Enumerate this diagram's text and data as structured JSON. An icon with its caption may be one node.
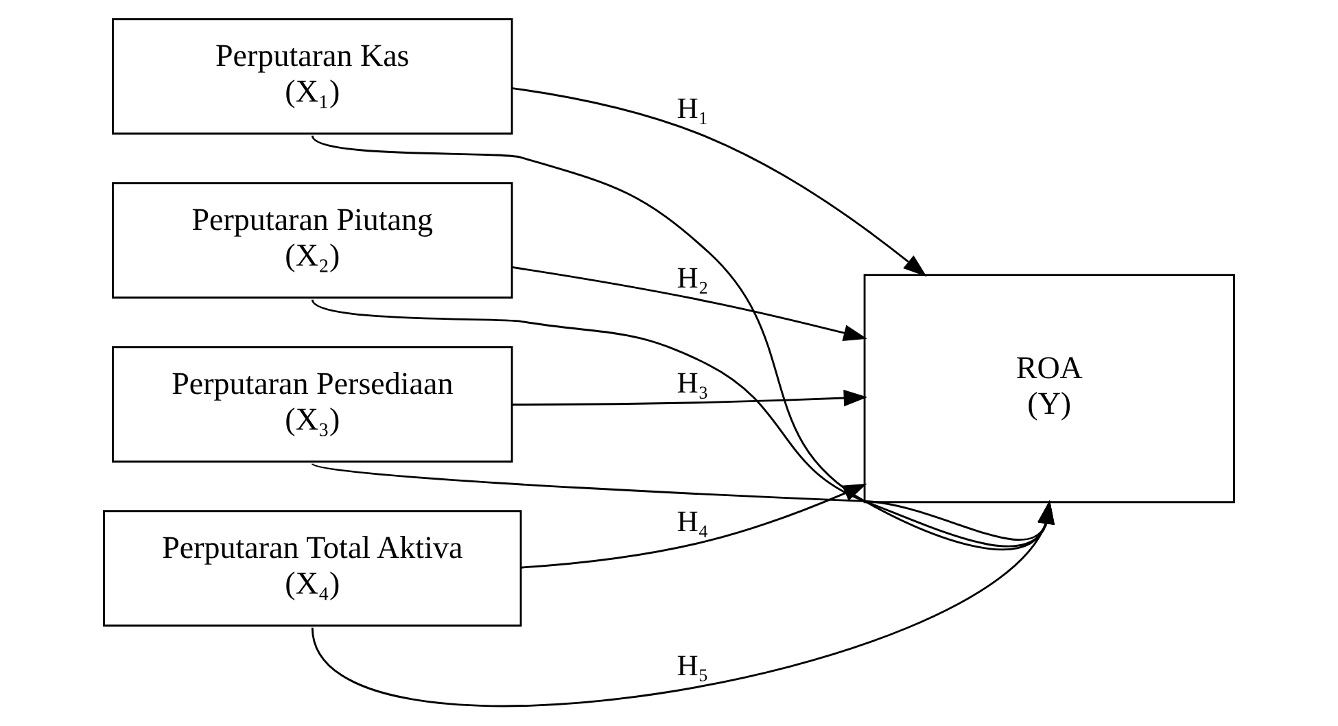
{
  "diagram": {
    "nodes": [
      {
        "text": [
          "Perputaran Kas",
          "(X₁)"
        ]
      },
      {
        "text": [
          "Perputaran Piutang",
          "(X₂)"
        ]
      },
      {
        "text": [
          "Perputaran Persediaan",
          "(X₃)"
        ]
      },
      {
        "text": [
          "Perputaran Total Aktiva",
          "(X₄)"
        ]
      },
      {
        "text": [
          "ROA",
          "(Y)"
        ]
      }
    ],
    "edges": [
      {
        "from": 0,
        "to": 4,
        "arrow": "to",
        "label": "H₁"
      },
      {
        "from": 1,
        "to": 4,
        "arrow": "to",
        "label": "H₂"
      },
      {
        "from": 2,
        "to": 4,
        "arrow": "to",
        "label": "H₃"
      },
      {
        "from": 3,
        "to": 4,
        "arrow": "to",
        "label": "H₄"
      },
      {
        "from": 0,
        "to": 4,
        "arrow": "to"
      },
      {
        "from": 1,
        "to": 4,
        "arrow": "to"
      },
      {
        "from": 2,
        "to": 4,
        "arrow": "to"
      },
      {
        "from": 3,
        "to": 4,
        "arrow": "to",
        "label": "H₅"
      }
    ]
  }
}
